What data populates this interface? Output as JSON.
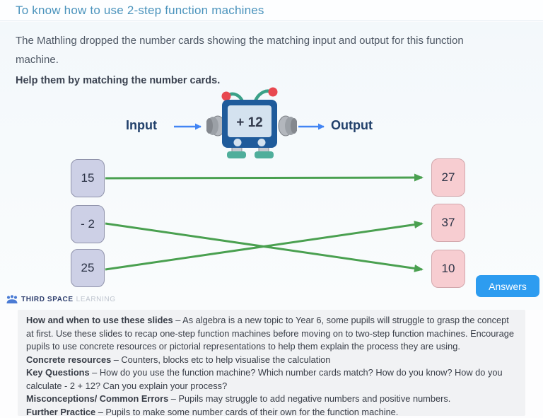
{
  "header": {
    "title": "To know how to use 2-step function machines"
  },
  "intro": {
    "paragraph": "The Mathling dropped the number cards showing the matching input and output for this function machine.",
    "instruction": "Help them by matching the number cards."
  },
  "machine": {
    "input_label": "Input",
    "output_label": "Output",
    "operation": "+ 12"
  },
  "cards": {
    "inputs": [
      "15",
      "- 2",
      "25"
    ],
    "outputs": [
      "27",
      "37",
      "10"
    ],
    "connections": [
      {
        "from": "15",
        "to": "27"
      },
      {
        "from": "- 2",
        "to": "10"
      },
      {
        "from": "25",
        "to": "37"
      }
    ]
  },
  "footer": {
    "logo_primary": "THIRD SPACE",
    "logo_secondary": "LEARNING",
    "answers_button": "Answers"
  },
  "notes": {
    "items": [
      {
        "title": "How and when to use these slides",
        "text": " – As algebra is a new topic to Year 6, some pupils will struggle to grasp the concept at first. Use these slides to recap one-step function machines before moving on to two-step function machines. Encourage pupils to use concrete resources or pictorial representations to help them explain the process they are using."
      },
      {
        "title": "Concrete resources",
        "text": " – Counters, blocks etc to help visualise the calculation"
      },
      {
        "title": "Key Questions",
        "text": " – How do you use the function machine? Which number cards match? How do you know? How do you calculate - 2 + 12? Can you explain your process?"
      },
      {
        "title": "Misconceptions/ Common Errors",
        "text": " – Pupils may struggle to add negative numbers and positive numbers."
      },
      {
        "title": "Further Practice",
        "text": " – Pupils to make some number cards of their own for the function machine."
      }
    ]
  },
  "colors": {
    "title_teal": "#4a93bc",
    "accent_green": "#4aa050",
    "accent_blue": "#4285f4",
    "answers_blue": "#2d9cf0",
    "input_card_bg": "#cdd0e6",
    "output_card_bg": "#f7cdd1",
    "robot_body_blue": "#1f5b9b",
    "robot_foot_teal": "#4fae9b"
  }
}
